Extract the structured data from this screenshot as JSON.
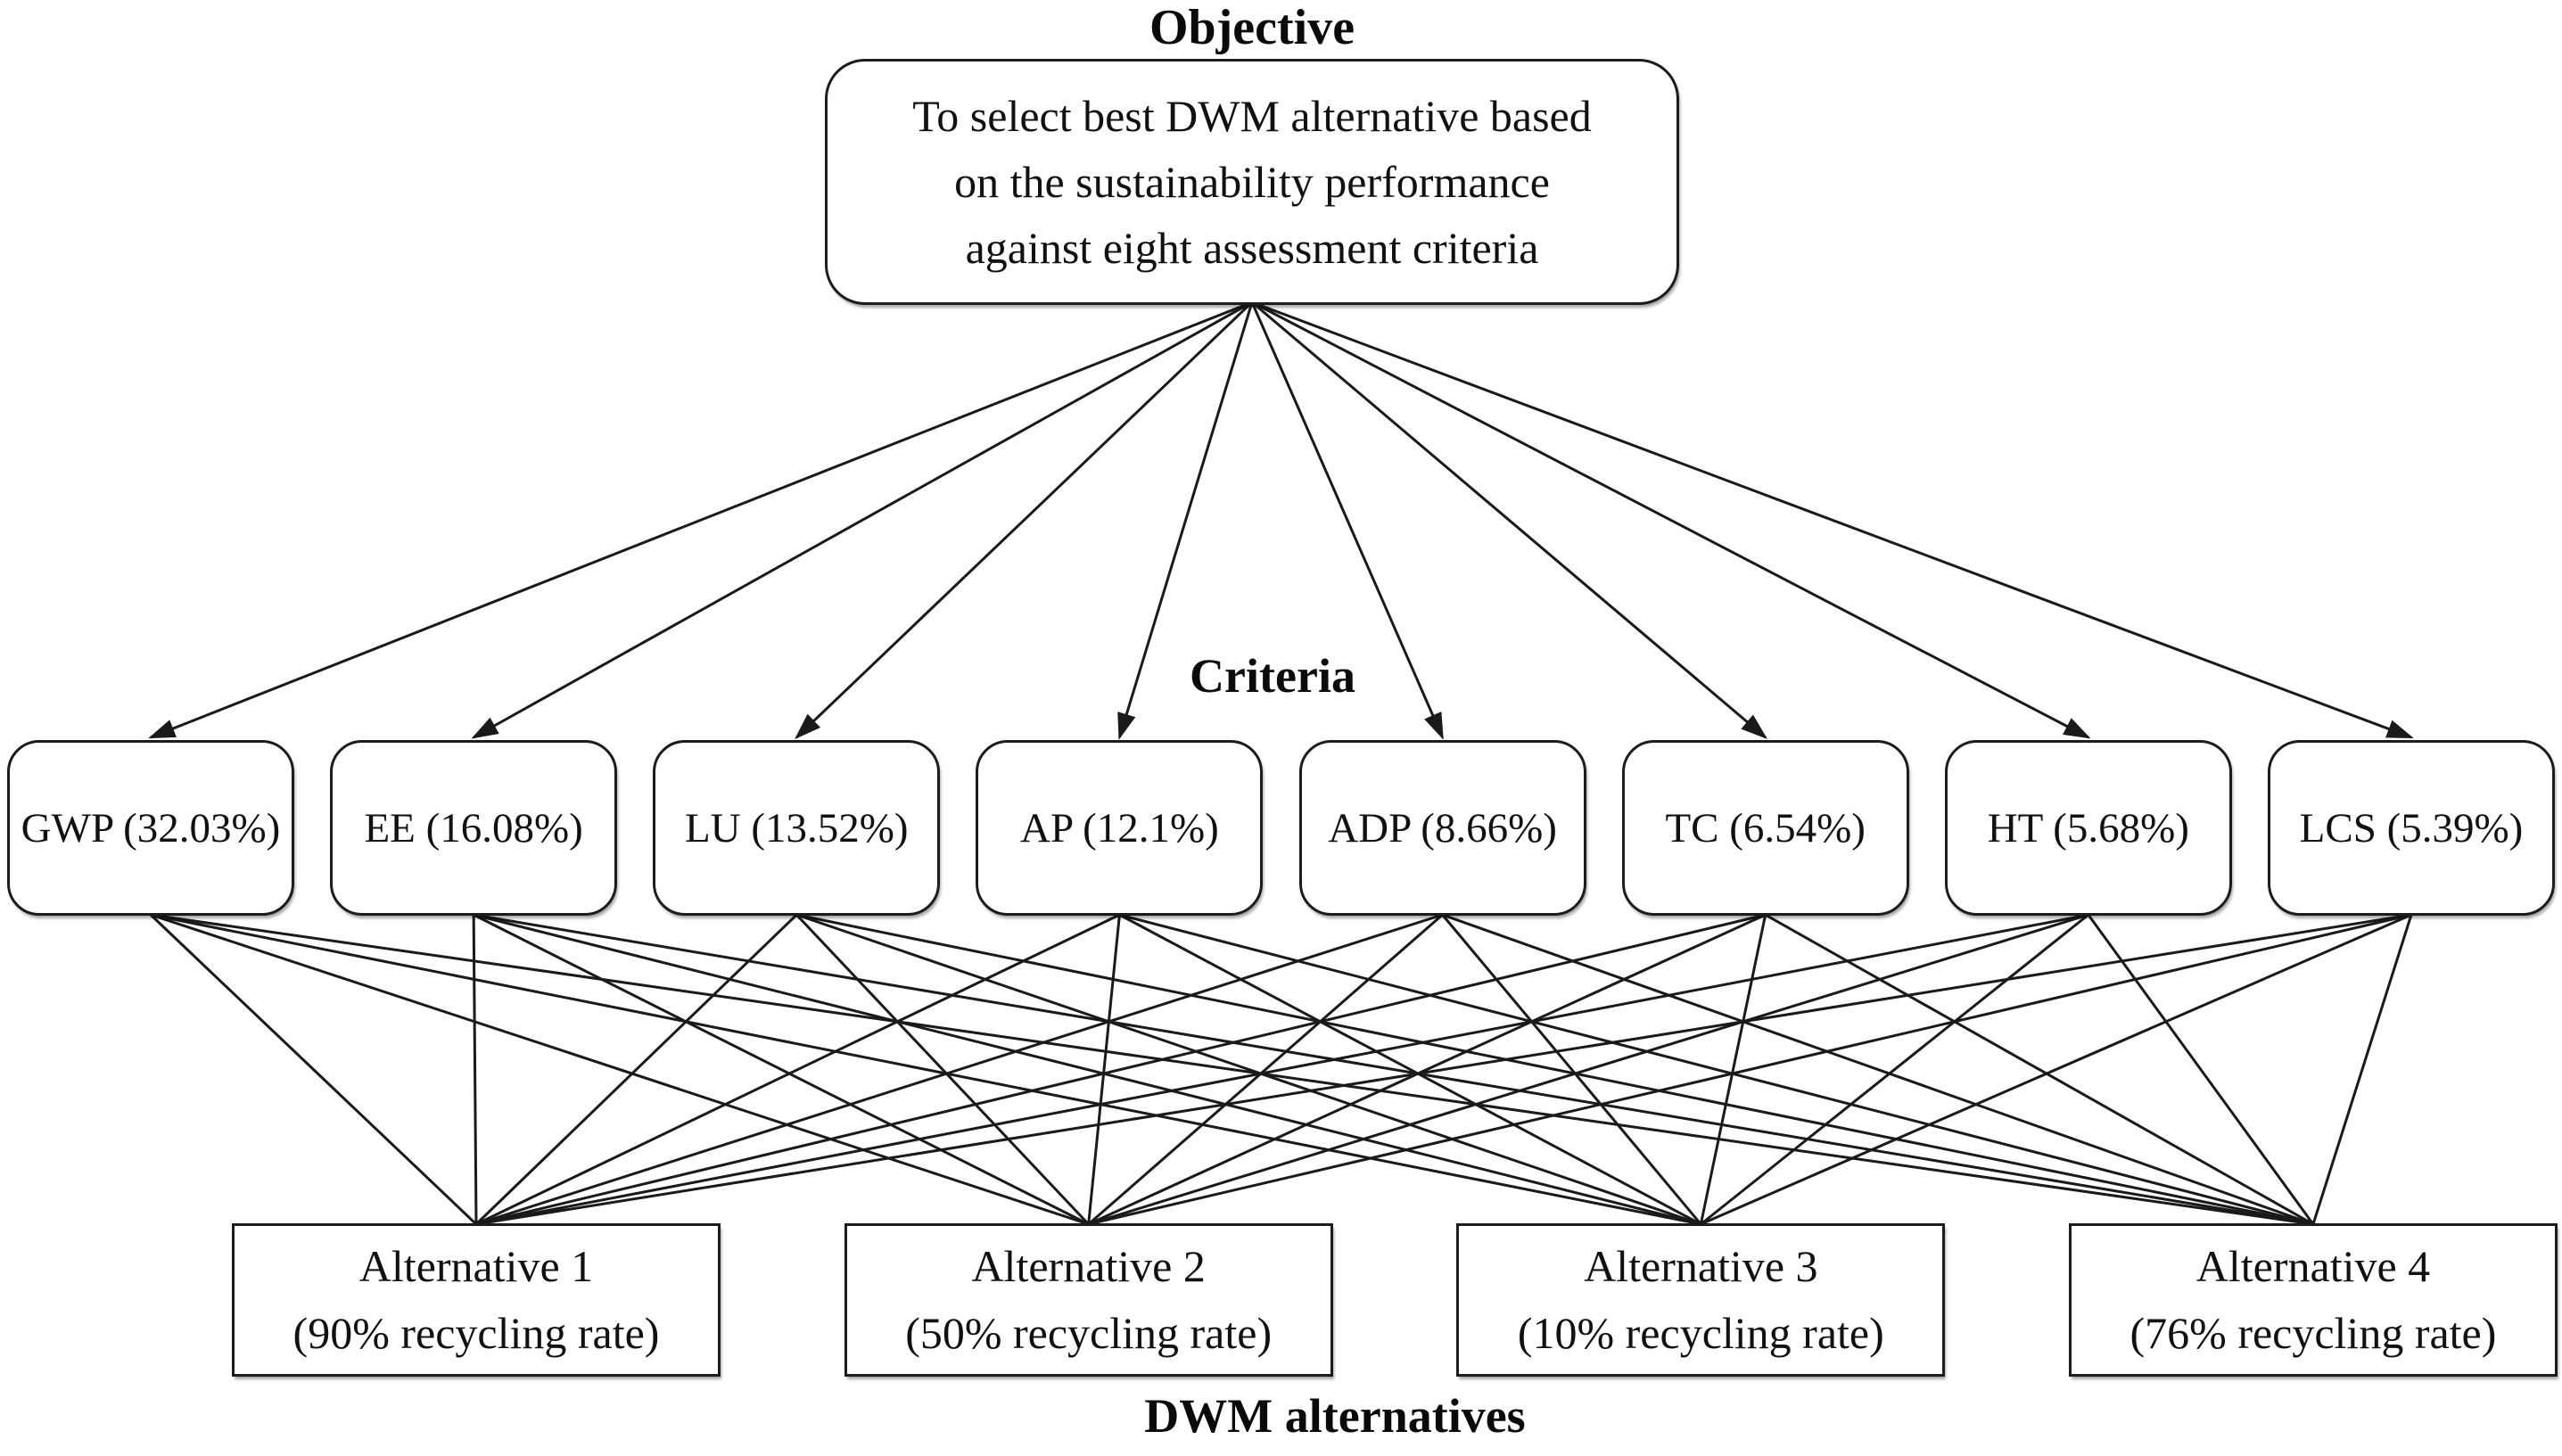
{
  "diagram": {
    "objective": {
      "heading": "Objective",
      "lines": [
        "To select best DWM alternative based",
        "on the sustainability performance",
        "against eight assessment criteria"
      ]
    },
    "criteria_heading": "Criteria",
    "criteria": [
      "GWP (32.03%)",
      "EE (16.08%)",
      "LU (13.52%)",
      "AP (12.1%)",
      "ADP (8.66%)",
      "TC (6.54%)",
      "HT (5.68%)",
      "LCS (5.39%)"
    ],
    "alternatives": [
      {
        "name": "Alternative 1",
        "detail": "(90% recycling rate)"
      },
      {
        "name": "Alternative 2",
        "detail": "(50% recycling rate)"
      },
      {
        "name": "Alternative 3",
        "detail": "(10% recycling rate)"
      },
      {
        "name": "Alternative 4",
        "detail": "(76% recycling rate)"
      }
    ],
    "alternatives_heading": "DWM alternatives",
    "colors": {
      "line": "#1a1a1a",
      "border": "#1c1c1c",
      "background": "#ffffff",
      "text": "#111111"
    }
  }
}
